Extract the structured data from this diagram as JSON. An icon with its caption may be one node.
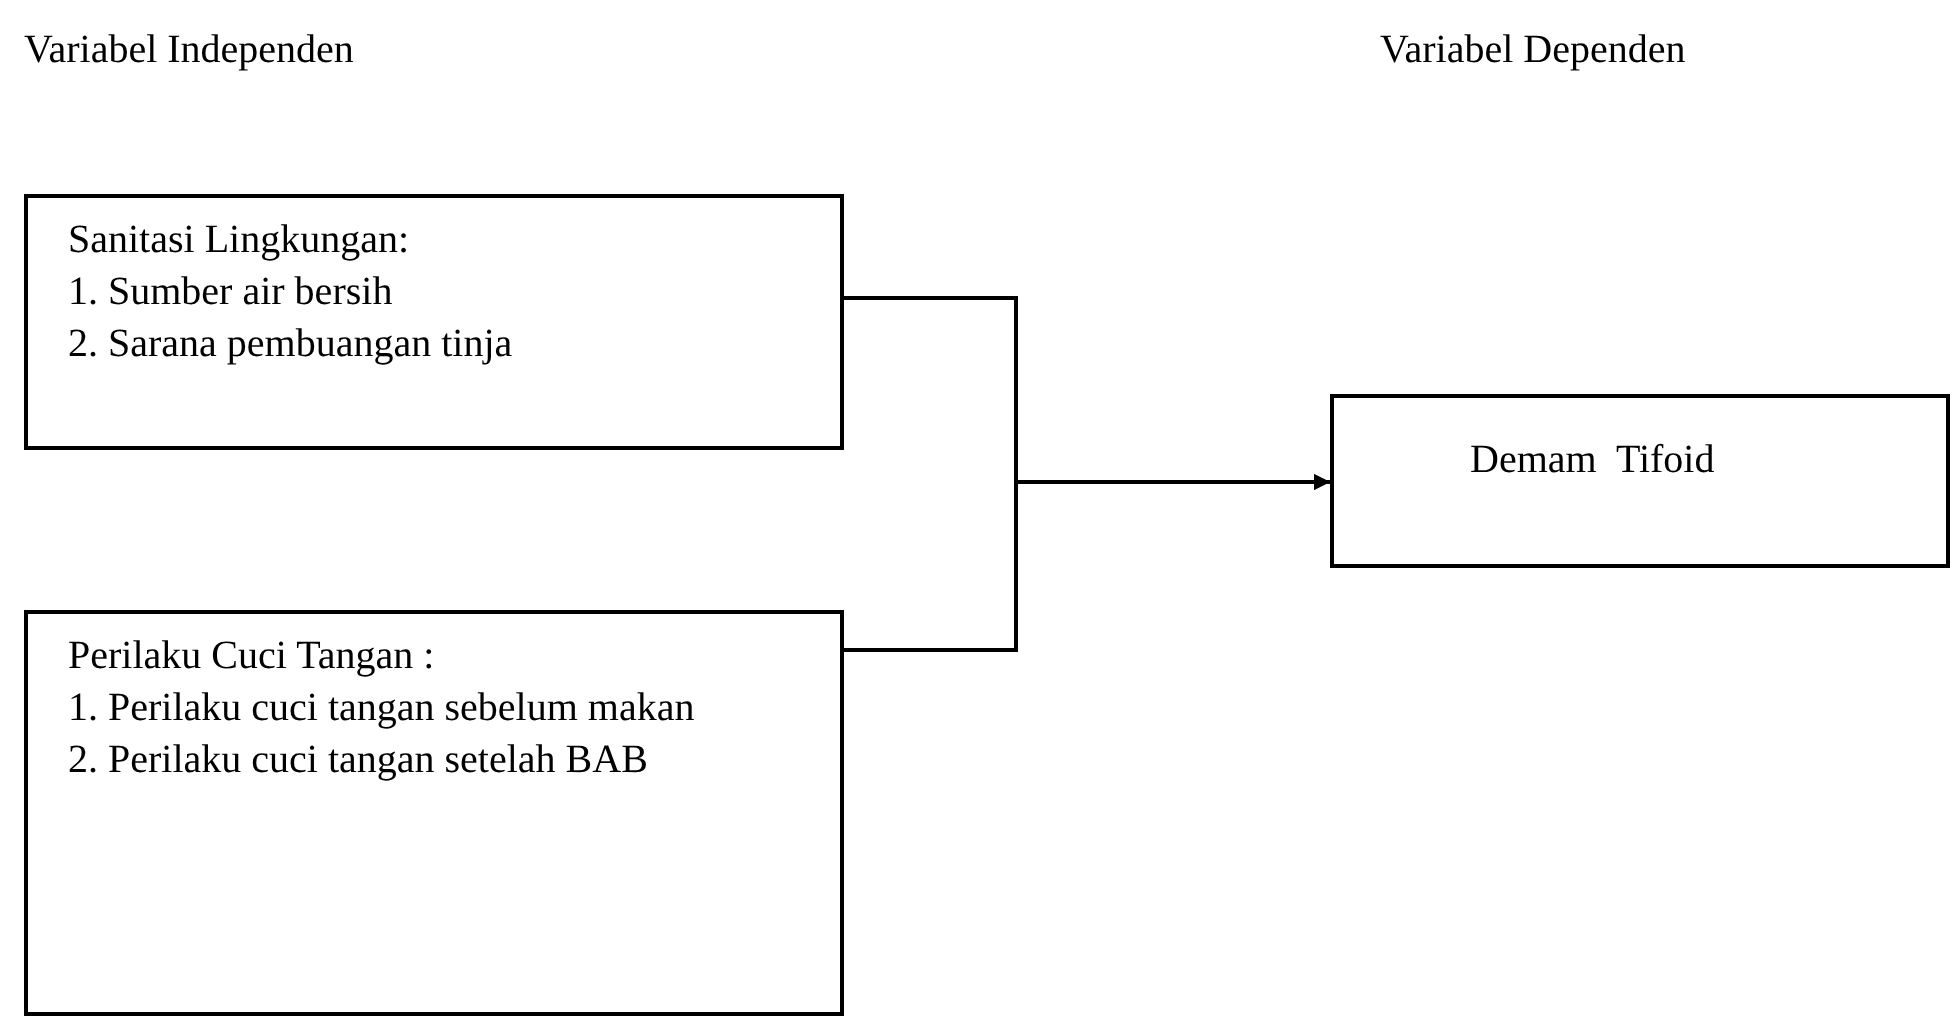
{
  "diagram": {
    "nodes": [
      {
        "text": [
          "Sanitasi Lingkungan:",
          "1. Sumber air bersih",
          "2. Sarana pembuangan tinja"
        ]
      },
      {
        "text": [
          "Perilaku Cuci Tangan :",
          "1. Perilaku cuci tangan sebelum makan",
          "2. Perilaku cuci tangan setelah BAB"
        ]
      },
      {
        "text": [
          "Demam  Tifoid"
        ]
      }
    ],
    "edges": [
      {
        "from": 0,
        "to": 2,
        "arrow": "to"
      },
      {
        "from": 1,
        "to": 2,
        "arrow": "to"
      }
    ],
    "labels": [
      "Variabel Independen",
      "Variabel Dependen"
    ]
  }
}
